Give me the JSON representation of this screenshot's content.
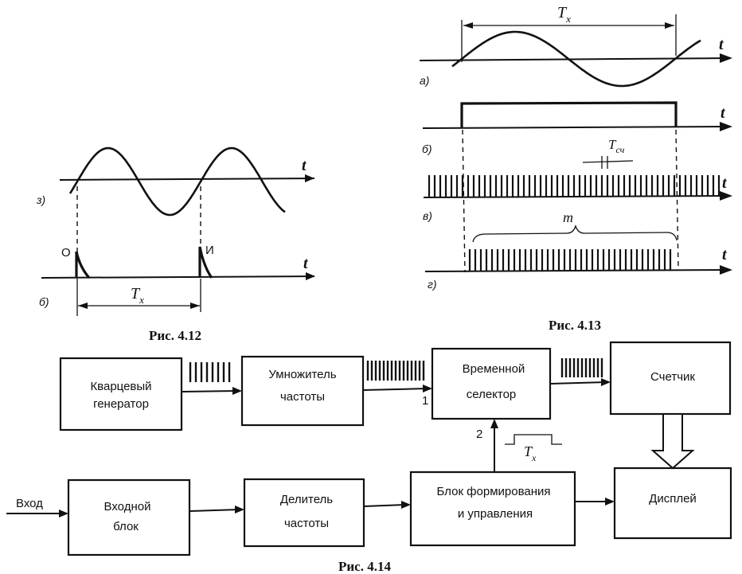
{
  "fig412": {
    "caption": "Рис. 4.12",
    "label_a": "з)",
    "label_b": "б)",
    "t_axis": "t",
    "marker_start": "О",
    "marker_end": "И",
    "period": "T",
    "period_sub": "x"
  },
  "fig413": {
    "caption": "Рис. 4.13",
    "label_a": "а)",
    "label_b": "б)",
    "label_c": "в)",
    "label_d": "г)",
    "t_axis": "t",
    "period": "T",
    "period_sub": "x",
    "count_period": "T",
    "count_period_sub": "сч",
    "count_label": "m"
  },
  "fig414": {
    "caption": "Рис. 4.14",
    "input_label": "Вход",
    "blocks": {
      "crystal_osc": [
        "Кварцевый",
        "генератор"
      ],
      "freq_mult": [
        "Умножитель",
        "частоты"
      ],
      "time_selector": [
        "Временной",
        "селектор"
      ],
      "counter": [
        "Счетчик"
      ],
      "input_block": [
        "Входной",
        "блок"
      ],
      "freq_div": [
        "Делитель",
        "частоты"
      ],
      "control_block": [
        "Блок формирования",
        "и управления"
      ],
      "display": [
        "Дисплей"
      ]
    },
    "input_1": "1",
    "input_2": "2",
    "gate_period": "T",
    "gate_period_sub": "x"
  }
}
